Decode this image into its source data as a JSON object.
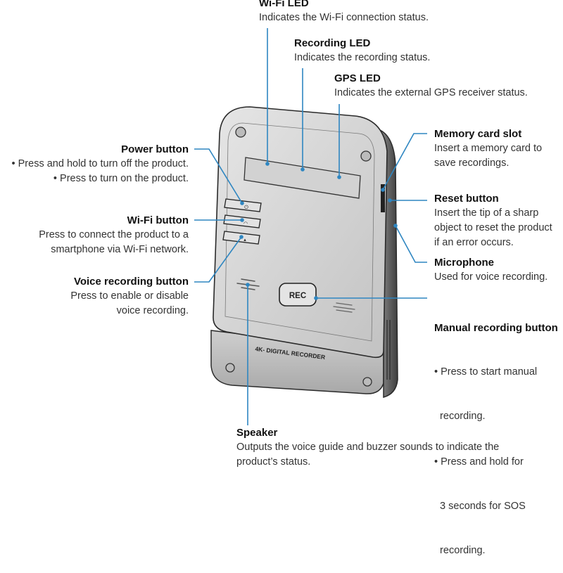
{
  "labels": {
    "wifi_led": {
      "title": "Wi-Fi LED",
      "desc": [
        "Indicates the Wi-Fi connection status."
      ]
    },
    "recording_led": {
      "title": "Recording LED",
      "desc": [
        "Indicates the recording status."
      ]
    },
    "gps_led": {
      "title": "GPS LED",
      "desc": [
        "Indicates the external GPS receiver status."
      ]
    },
    "power_button": {
      "title": "Power button",
      "desc": [
        "• Press and hold to turn off the product.",
        "• Press to turn on the product."
      ]
    },
    "wifi_button": {
      "title": "Wi-Fi button",
      "desc": [
        "Press to connect the product to a",
        "smartphone via Wi-Fi network."
      ]
    },
    "voice_button": {
      "title": "Voice recording button",
      "desc": [
        "Press to enable or disable",
        "voice recording."
      ]
    },
    "memory_slot": {
      "title": "Memory card slot",
      "desc": [
        "Insert a memory card to",
        "save recordings."
      ]
    },
    "reset_button": {
      "title": "Reset button",
      "desc": [
        "Insert the tip of a sharp",
        "object to reset the product",
        "if an error occurs."
      ]
    },
    "microphone": {
      "title": "Microphone",
      "desc": [
        "Used for voice recording."
      ]
    },
    "manual_rec": {
      "title": "Manual recording button",
      "desc": [
        "• Press to start manual",
        "  recording.",
        "• Press and hold for",
        "  3 seconds for SOS",
        "  recording."
      ]
    },
    "speaker": {
      "title": "Speaker",
      "desc": [
        "Outputs the voice guide and buzzer sounds to indicate the",
        "product’s status."
      ]
    }
  },
  "device": {
    "rec_label": "REC",
    "brand_text": "4K- DIGITAL RECORDER"
  },
  "colors": {
    "callout": "#2e86c1",
    "body": "#d9d9d9",
    "outline": "#2a2a2a"
  }
}
